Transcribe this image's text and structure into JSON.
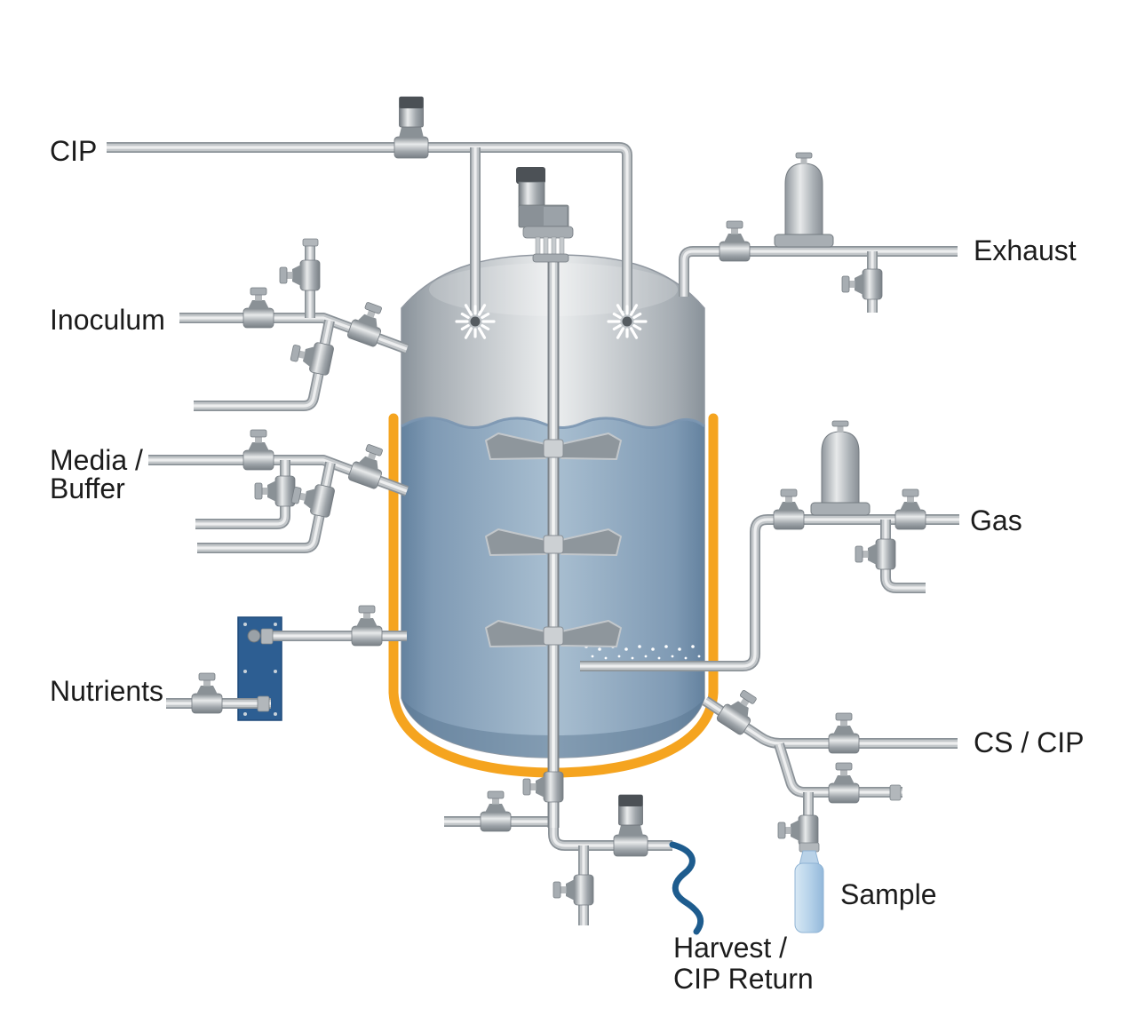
{
  "diagram": {
    "type": "process-diagram",
    "subject": "Stirred-tank bioreactor with CIP piping",
    "labels": {
      "cip": "CIP",
      "inoculum": "Inoculum",
      "media_line1": "Media /",
      "media_line2": "Buffer",
      "nutrients": "Nutrients",
      "exhaust": "Exhaust",
      "gas": "Gas",
      "cs_cip": "CS / CIP",
      "sample": "Sample",
      "harvest_line1": "Harvest /",
      "harvest_line2": "CIP Return"
    },
    "colors": {
      "background": "#FFFFFF",
      "jacket_orange": "#F5A41F",
      "liquid_blue": "#A9BFD1",
      "liquid_blue_edge": "#64829F",
      "vessel_gray": "#EDEFF0",
      "pipe_gray": "#C3C7CA",
      "pump_plate_blue": "#2D5E92",
      "hose_blue": "#1E5C8E",
      "sample_bottle_blue": "#B7D3EA",
      "text": "#1C1C1C"
    },
    "icons": [
      "hand-valve-icon",
      "actuated-valve-icon",
      "sterile-filter-icon",
      "spray-ball-icon",
      "agitator-motor-icon",
      "impeller-icon",
      "sparger-icon",
      "feed-pump-plate-icon",
      "flexible-hose-icon",
      "sample-bottle-icon"
    ]
  }
}
